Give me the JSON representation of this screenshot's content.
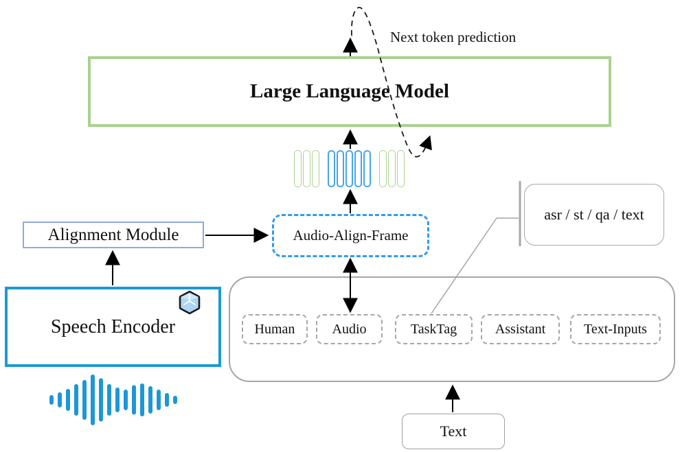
{
  "diagram": {
    "nodes": {
      "llm": {
        "label": "Large Language Model"
      },
      "next_token_prediction": {
        "label": "Next token prediction"
      },
      "audio_align_frame": {
        "label": "Audio-Align-Frame"
      },
      "alignment_module": {
        "label": "Alignment Module"
      },
      "speech_encoder": {
        "label": "Speech Encoder"
      },
      "task_tag_options": {
        "label": "asr / st / qa / text"
      },
      "text_input": {
        "label": "Text"
      }
    },
    "input_sequence": {
      "items": [
        {
          "label": "Human"
        },
        {
          "label": "Audio"
        },
        {
          "label": "TaskTag"
        },
        {
          "label": "Assistant"
        },
        {
          "label": "Text-Inputs"
        }
      ]
    },
    "icons": {
      "frozen": "frozen-ice-cube-icon",
      "waveform": "audio-waveform-icon"
    },
    "token_groups": [
      {
        "color": "green",
        "count": 3
      },
      {
        "color": "blue",
        "count": 5
      },
      {
        "color": "green",
        "count": 3
      }
    ],
    "waveform_heights": [
      14,
      22,
      32,
      46,
      58,
      74,
      63,
      46,
      36,
      30,
      43,
      48,
      40,
      30,
      20,
      12
    ],
    "colors": {
      "llm_green": "#a9d18e",
      "token_green": "#a9d18e",
      "token_blue": "#47a4ee",
      "aaf_blue": "#2e9bf0",
      "speech_blue": "#1a9ad6",
      "alignment_blue": "#8faadc",
      "gray": "#a6a6a6",
      "waveform_blue": "#1e96d6"
    }
  }
}
